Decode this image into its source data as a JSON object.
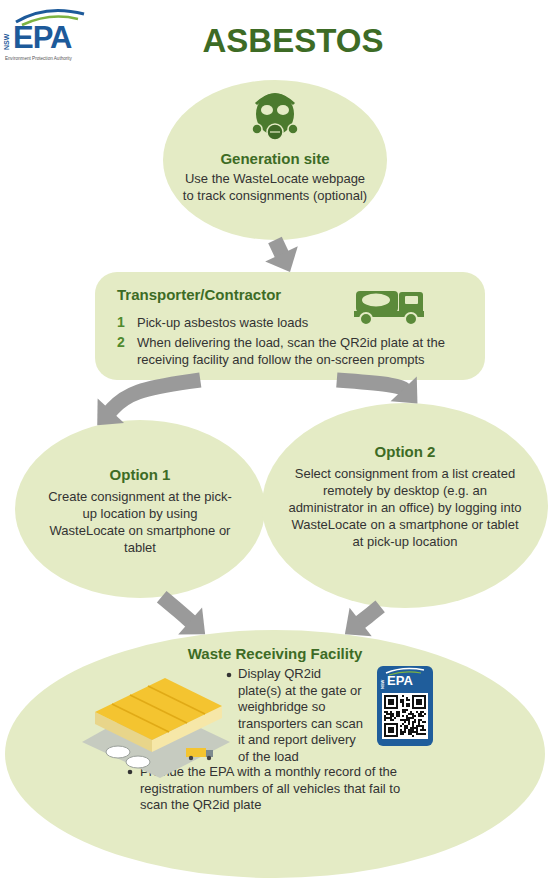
{
  "diagram": {
    "title": "ASBESTOS",
    "nodes": [
      {
        "text": [
          "Generation site",
          "Use the WasteLocate webpage to track consignments (optional)"
        ]
      },
      {
        "text": [
          "Transporter/Contractor",
          "1",
          "Pick-up asbestos waste loads",
          "2",
          "When delivering the load, scan the QR2id plate at the receiving facility and follow the on-screen prompts"
        ]
      },
      {
        "text": [
          "Option 1",
          "Create consignment at the pick-up location by using WasteLocate on smartphone or tablet"
        ]
      },
      {
        "text": [
          "Option 2",
          "Select consignment from a list created remotely by desktop (e.g. an administrator in an office) by logging into WasteLocate on a smartphone or tablet at pick-up location"
        ]
      },
      {
        "text": [
          "Waste Receiving Facility",
          "Display QR2id plate(s) at the gate or weighbridge so transporters can scan it and report delivery of the load",
          "Provide the EPA with a monthly record of the registration numbers of all vehicles that fail to scan the QR2id plate"
        ]
      }
    ],
    "edges": [
      {
        "from": 0,
        "to": 1,
        "arrow": "to"
      },
      {
        "from": 1,
        "to": 2,
        "arrow": "to"
      },
      {
        "from": 1,
        "to": 3,
        "arrow": "to"
      },
      {
        "from": 2,
        "to": 4,
        "arrow": "to"
      },
      {
        "from": 3,
        "to": 4,
        "arrow": "to"
      }
    ],
    "labels": [
      "NSW",
      "EPA",
      "Environment Protection Authority",
      "NSW",
      "EPA"
    ]
  }
}
